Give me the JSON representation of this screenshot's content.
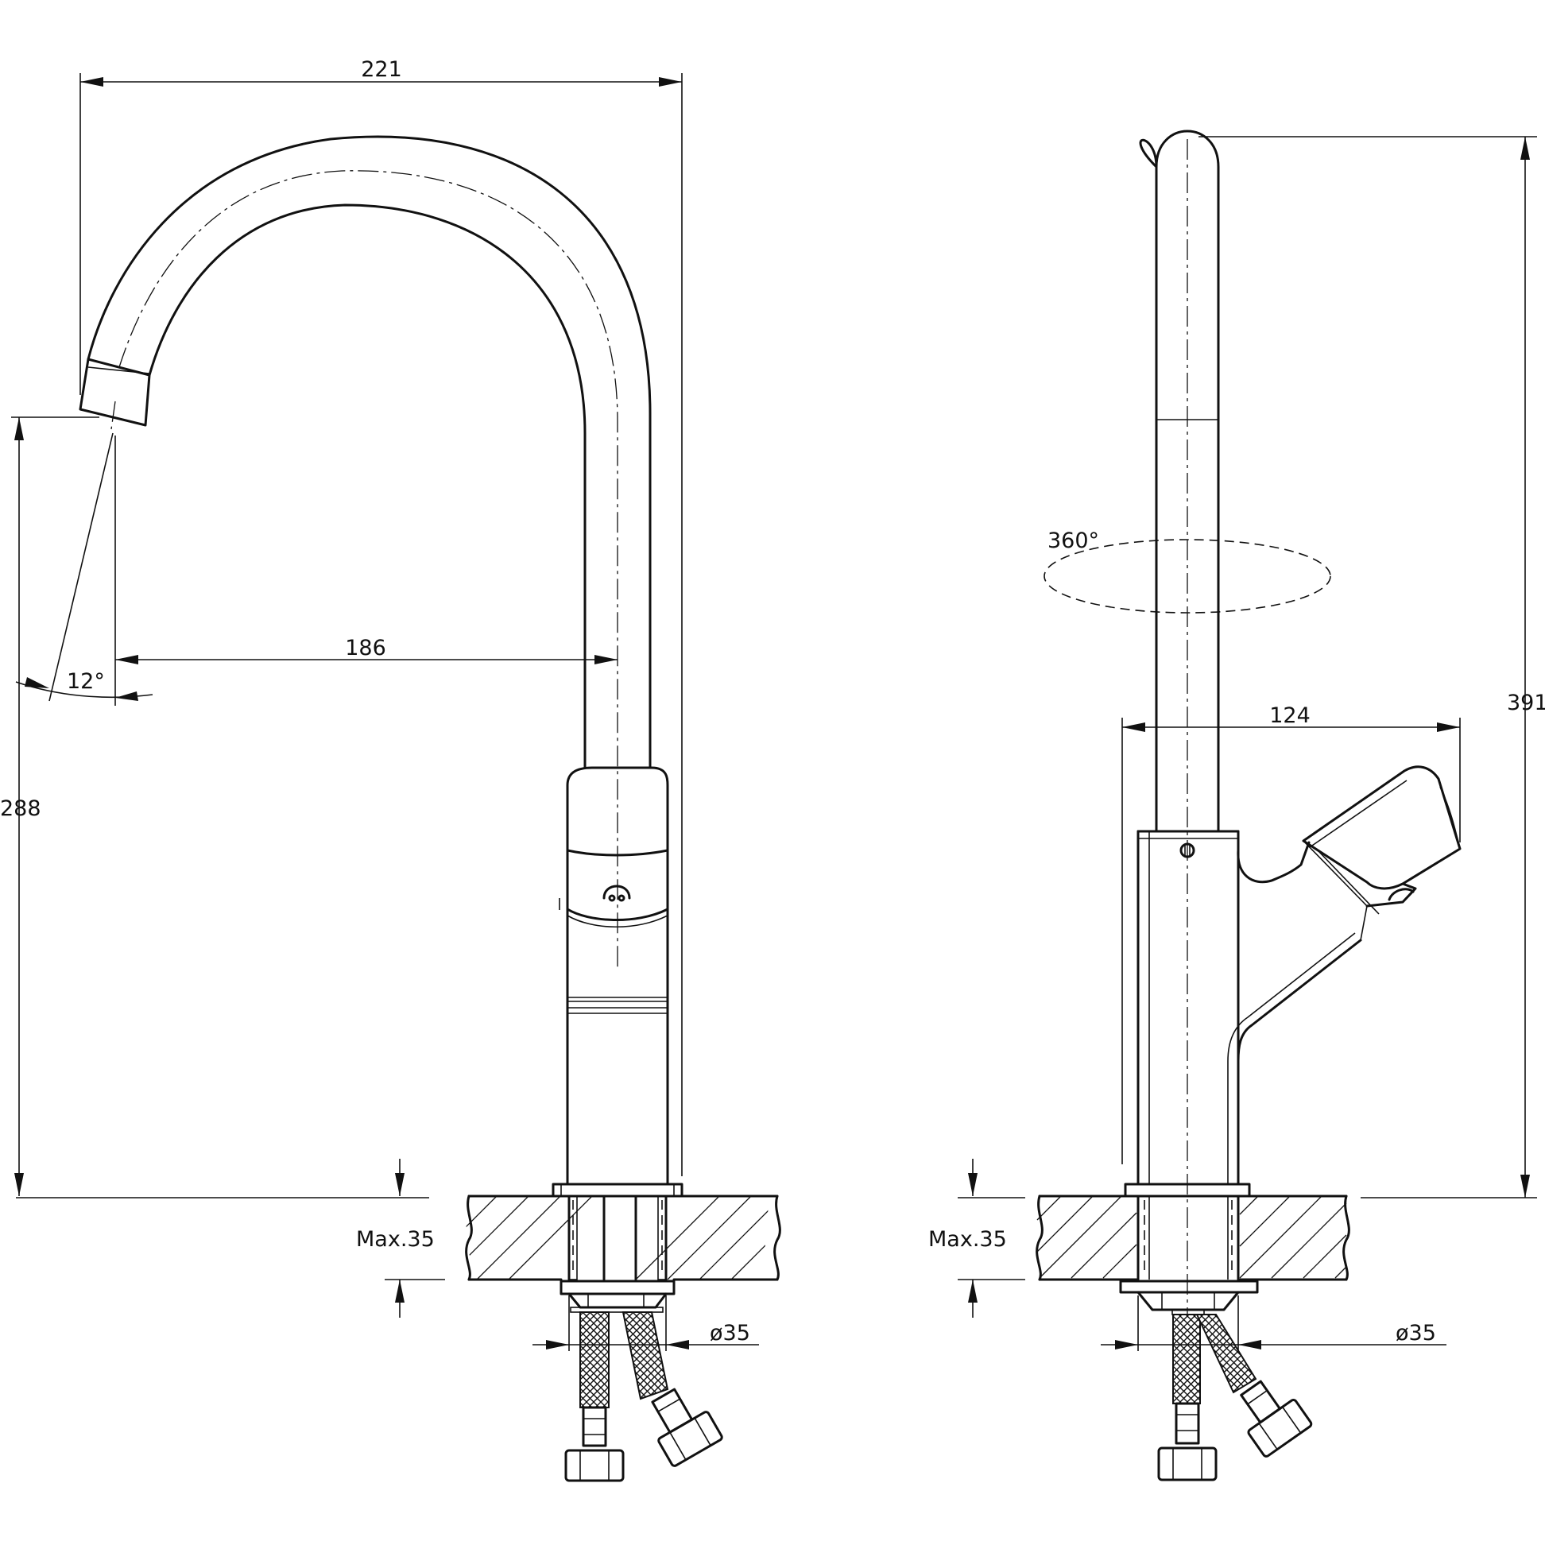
{
  "dimensions": {
    "spout_reach_total": "221",
    "spout_reach_center": "186",
    "outlet_height": "288",
    "spout_angle": "12°",
    "swivel_angle": "360°",
    "handle_depth": "124",
    "total_height": "391",
    "max_thickness_side": "Max.35",
    "max_thickness_front": "Max.35",
    "hole_diameter_side": "ø35",
    "hole_diameter_front": "ø35"
  }
}
